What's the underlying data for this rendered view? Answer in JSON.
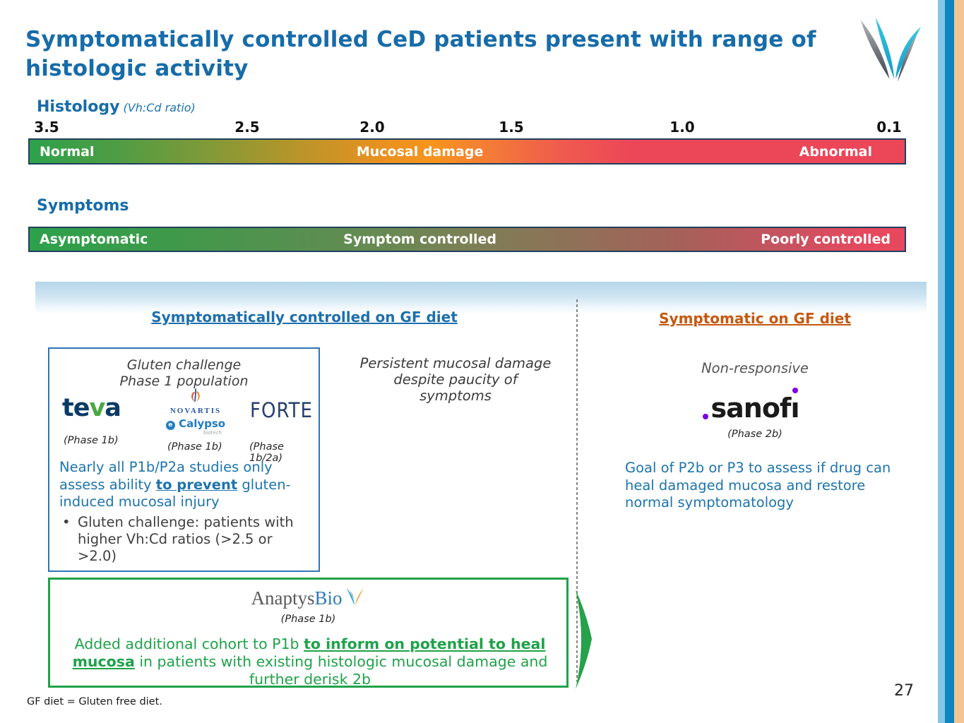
{
  "slide": {
    "title": "Symptomatically controlled CeD patients present with range of histologic activity",
    "page_number": "27",
    "footnote": "GF diet = Gluten free diet."
  },
  "colors": {
    "accent_blue": "#1d74ad",
    "accent_orange": "#c45911",
    "accent_green": "#1fa24a",
    "bar_green": "#2da14b",
    "bar_orange": "#f7941d",
    "bar_red": "#ec4659"
  },
  "histology": {
    "label": "Histology",
    "sublabel": "(Vh:Cd ratio)",
    "ticks": [
      "3.5",
      "2.5",
      "2.0",
      "1.5",
      "1.0",
      "0.1"
    ],
    "segments": {
      "left": "Normal",
      "center": "Mucosal damage",
      "right": "Abnormal"
    }
  },
  "symptoms": {
    "label": "Symptoms",
    "segments": {
      "left": "Asymptomatic",
      "center": "Symptom controlled",
      "right": "Poorly controlled"
    }
  },
  "left_column": {
    "heading": "Symptomatically controlled on GF diet",
    "note_line1": "Persistent mucosal damage",
    "note_line2": "despite paucity of symptoms",
    "box": {
      "caption_line1": "Gluten challenge",
      "caption_line2": "Phase 1 population",
      "companies": [
        {
          "name": "teva",
          "parts": [
            "te",
            "v",
            "a"
          ],
          "phase": "(Phase 1b)"
        },
        {
          "name": "NOVARTIS",
          "partner": "Calypso",
          "partner_icon_letter": "e",
          "partner_sub": "biotech",
          "phase": "(Phase 1b)"
        },
        {
          "name": "FORTE",
          "phase": "(Phase 1b/2a)"
        }
      ],
      "paragraph": {
        "pre": "Nearly all P1b/P2a studies only assess ability ",
        "emphasis": "to prevent",
        "post": " gluten-induced mucosal injury"
      },
      "bullet_glyph": "•",
      "bullet": "Gluten challenge: patients with higher Vh:Cd ratios (>2.5 or >2.0)"
    }
  },
  "right_column": {
    "heading": "Symptomatic on GF diet",
    "status": "Non-responsive",
    "company": "sanofi",
    "company_parts": {
      "main": "sanof",
      "i_letter": "ı"
    },
    "phase": "(Phase 2b)",
    "paragraph": "Goal of P2b or P3 to assess if drug can heal damaged mucosa and restore normal symptomatology"
  },
  "bottom_box": {
    "company": "AnaptysBio",
    "company_part1": "Anaptys",
    "company_part2": "Bio",
    "phase": "(Phase 1b)",
    "text": {
      "pre": "Added additional cohort to P1b ",
      "emphasis": "to inform on potential to heal mucosa",
      "post": " in patients with existing histologic mucosal damage and further derisk 2b"
    }
  }
}
